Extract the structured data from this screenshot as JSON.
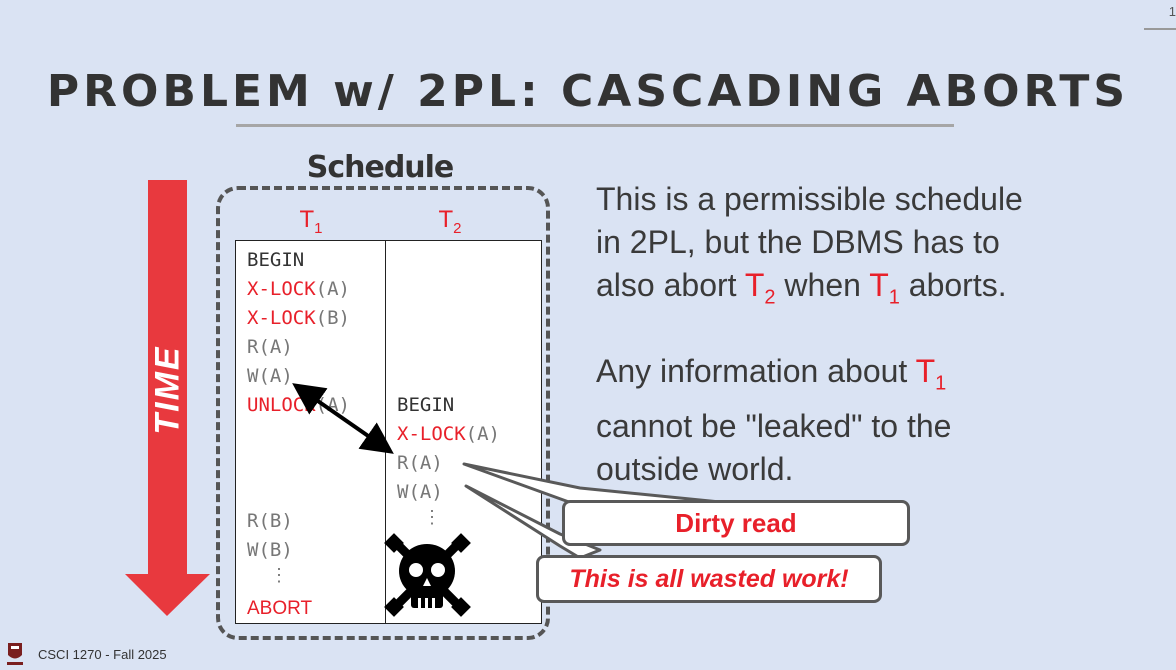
{
  "slide_number": "1",
  "title": "PROBLEM w/ 2PL: CASCADING ABORTS",
  "schedule": {
    "label": "Schedule",
    "headers": [
      {
        "base": "T",
        "sub": "1"
      },
      {
        "base": "T",
        "sub": "2"
      }
    ],
    "t1_ops": {
      "begin": "BEGIN",
      "xlock_a": {
        "kw": "X-LOCK",
        "arg": "(A)"
      },
      "xlock_b": {
        "kw": "X-LOCK",
        "arg": "(B)"
      },
      "ra": "R(A)",
      "wa": "W(A)",
      "unlock_a": {
        "kw": "UNLOCK",
        "arg": "(A)"
      },
      "rb": "R(B)",
      "wb": "W(B)",
      "dots": "⋮",
      "abort": "ABORT"
    },
    "t2_ops": {
      "begin": "BEGIN",
      "xlock_a": {
        "kw": "X-LOCK",
        "arg": "(A)"
      },
      "ra": "R(A)",
      "wa": "W(A)",
      "dots": "⋮"
    }
  },
  "time_arrow_label": "TIME",
  "text": {
    "p1": {
      "line1": "This is a permissible schedule",
      "line2": "in 2PL, but the DBMS has to",
      "line3a": "also abort ",
      "t": "T",
      "t2sub": "2",
      "line3b": " when ",
      "t1sub": "1",
      "line3c": " aborts."
    },
    "p2": {
      "line1a": "Any information about ",
      "t": "T",
      "t1sub": "1",
      "line2": "cannot be \"leaked\" to the",
      "line3": "outside world."
    }
  },
  "callouts": {
    "dirty_read": "Dirty read",
    "wasted": "This is all wasted work!"
  },
  "footer": "CSCI 1270 - Fall 2025",
  "colors": {
    "background": "#dae3f3",
    "accent_red": "#e8202a",
    "text_dark": "#3a3a3a"
  }
}
